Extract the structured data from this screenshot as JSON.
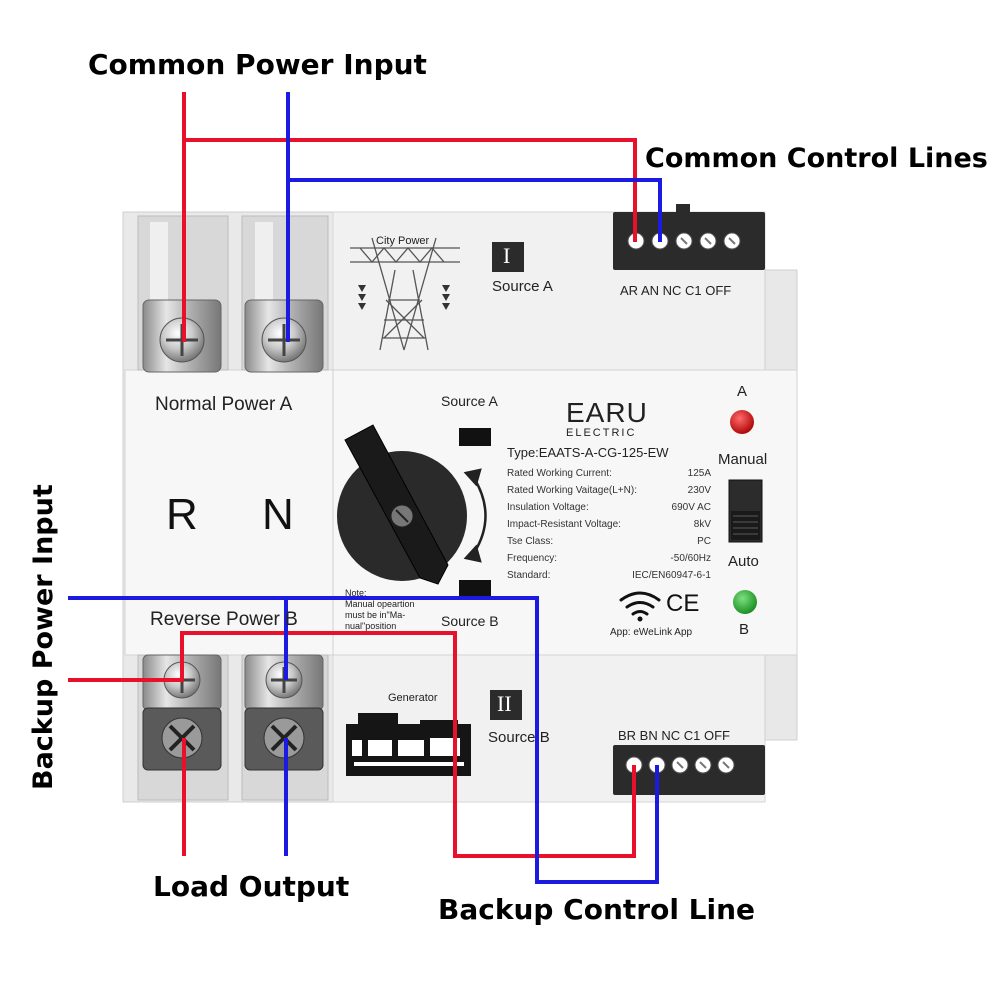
{
  "callouts": {
    "common_power_input": "Common Power Input",
    "common_control_lines": "Common Control Lines",
    "backup_power_input": "Backup Power Input",
    "load_output": "Load Output",
    "backup_control_line": "Backup Control Line"
  },
  "device": {
    "brand": "EARU",
    "brand_sub": "ELECTRIC",
    "type": "Type:EAATS-A-CG-125-EW",
    "city_power": "City Power",
    "generator": "Generator",
    "source_a_roman": "I",
    "source_b_roman": "II",
    "source_a": "Source A",
    "source_b": "Source B",
    "normal_power": "Normal Power A",
    "reverse_power": "Reverse Power B",
    "r_label": "R",
    "n_label": "N",
    "top_terminals": "AR AN NC C1 OFF",
    "bottom_terminals": "BR BN NC C1 OFF",
    "indicator_a": "A",
    "indicator_b": "B",
    "manual": "Manual",
    "auto": "Auto",
    "note_title": "Note:",
    "note_line1": "Manual opeartion",
    "note_line2": "must be in\"Ma-",
    "note_line3": "nual\"position",
    "app": "App: eWeLink App",
    "ce_mark": "CE",
    "specs": [
      {
        "label": "Rated Working Current:",
        "value": "125A"
      },
      {
        "label": "Rated Working Vaitage(L+N):",
        "value": "230V"
      },
      {
        "label": "Insulation Voltage:",
        "value": "690V AC"
      },
      {
        "label": "Impact-Resistant Voltage:",
        "value": "8kV"
      },
      {
        "label": "Tse Class:",
        "value": "PC"
      },
      {
        "label": "Frequency:",
        "value": "-50/60Hz"
      },
      {
        "label": "Standard:",
        "value": "IEC/EN60947-6-1"
      }
    ]
  },
  "colors": {
    "live_wire": "#e8102a",
    "neutral_wire": "#1a1ae0",
    "led_a": "#c81414",
    "led_b": "#1e9a2a"
  }
}
